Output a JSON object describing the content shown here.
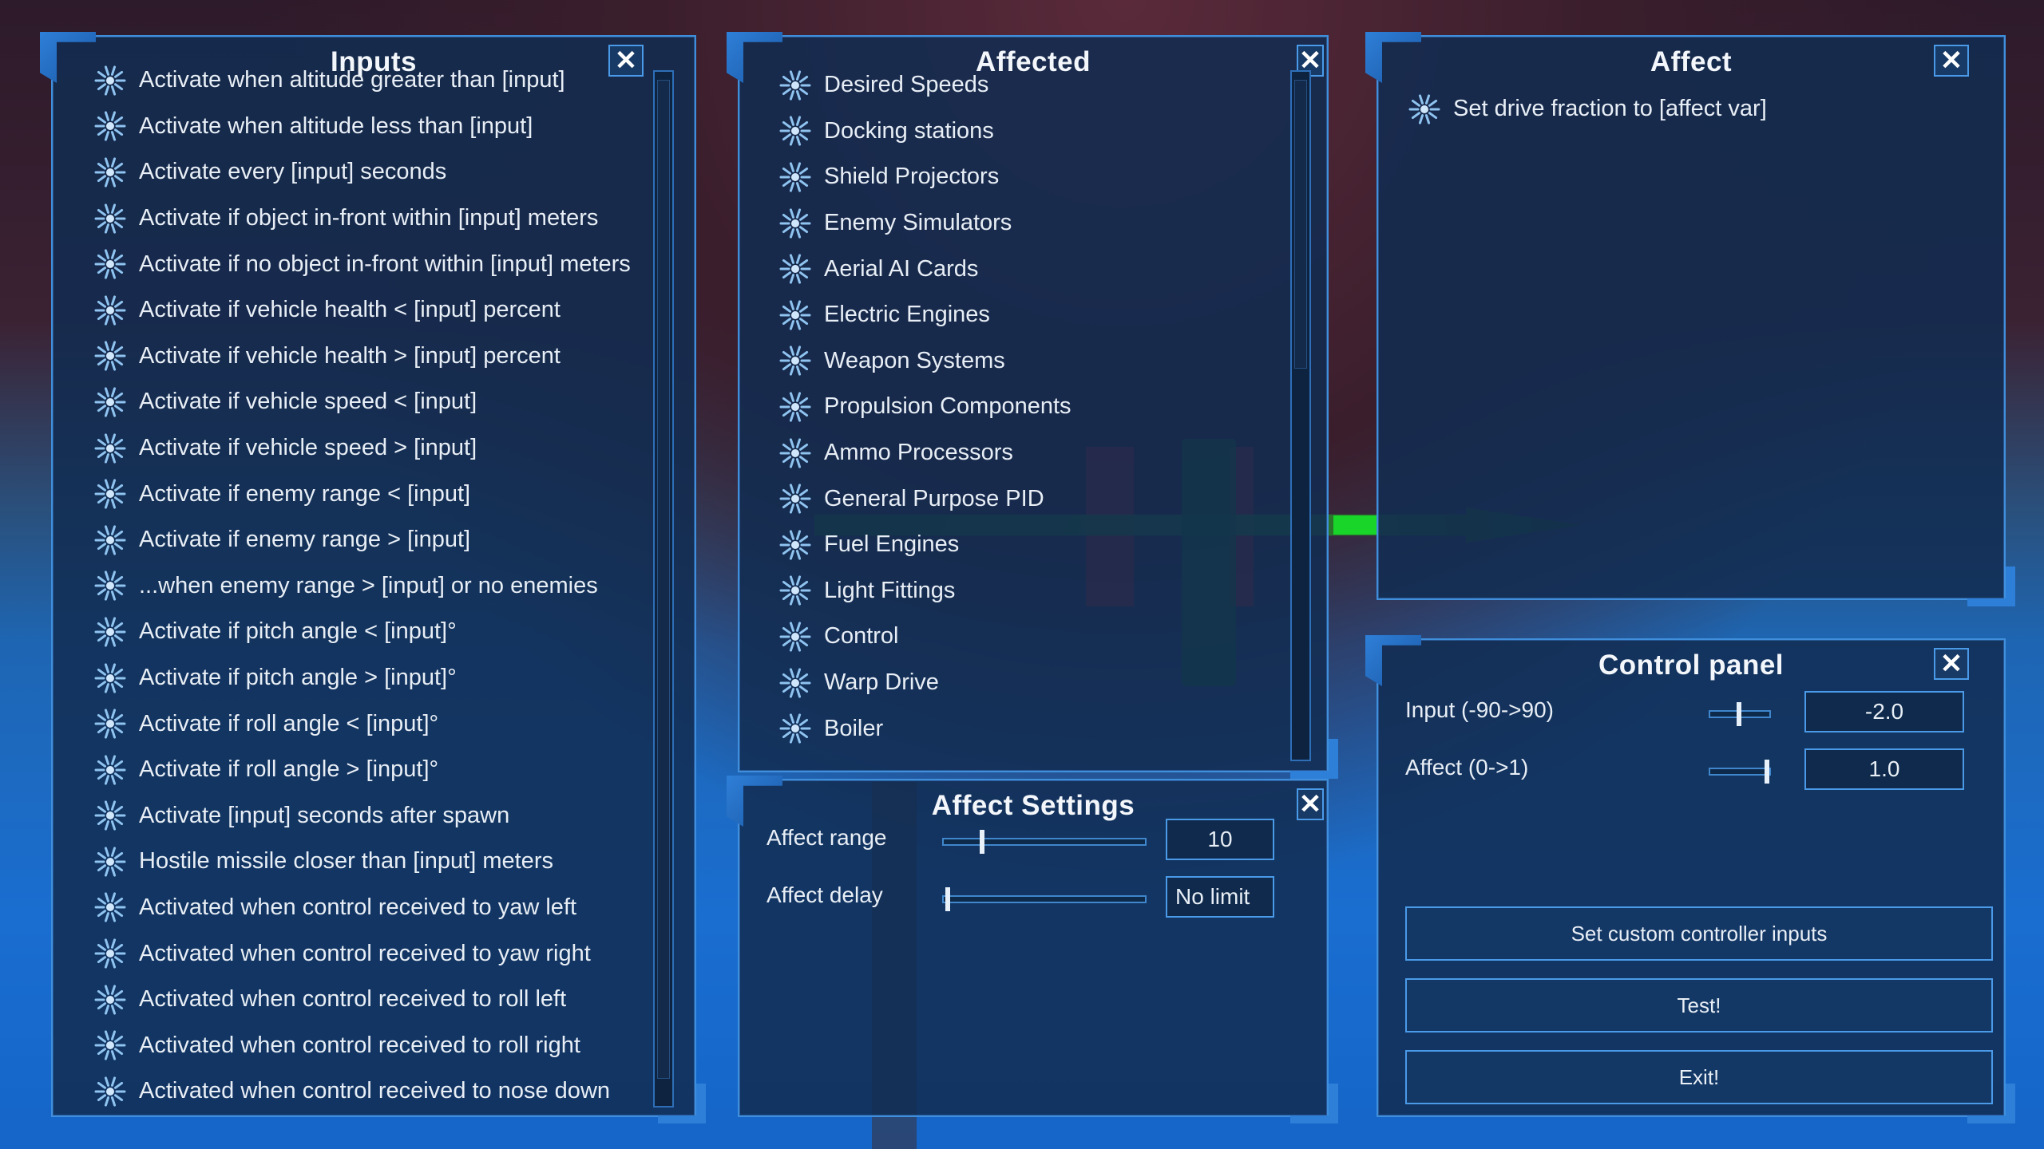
{
  "inputs_panel": {
    "title": "Inputs",
    "items": [
      "Activate when altitude greater than [input]",
      "Activate when altitude less than [input]",
      "Activate every [input] seconds",
      "Activate if object in-front within [input] meters",
      "Activate if no object in-front within [input] meters",
      "Activate if vehicle health < [input] percent",
      "Activate if vehicle health > [input] percent",
      "Activate if vehicle speed < [input]",
      "Activate if vehicle speed > [input]",
      "Activate if enemy range < [input]",
      "Activate if enemy range > [input]",
      "...when enemy range > [input] or no enemies",
      "Activate if pitch angle < [input]°",
      "Activate if pitch angle > [input]°",
      "Activate if roll angle < [input]°",
      "Activate if roll angle > [input]°",
      "Activate [input] seconds after spawn",
      "Hostile missile closer than [input] meters",
      "Activated when control received to yaw left",
      "Activated when control received to yaw right",
      "Activated when control received to roll left",
      "Activated when control received to roll right",
      "Activated when control received to nose down"
    ]
  },
  "affected_panel": {
    "title": "Affected",
    "items": [
      "Desired Speeds",
      "Docking stations",
      "Shield Projectors",
      "Enemy Simulators",
      "Aerial AI Cards",
      "Electric Engines",
      "Weapon Systems",
      "Propulsion Components",
      "Ammo Processors",
      "General Purpose PID",
      "Fuel Engines",
      "Light Fittings",
      "Control",
      "Warp Drive",
      "Boiler"
    ]
  },
  "affect_panel": {
    "title": "Affect",
    "items": [
      "Set drive fraction to [affect var]"
    ]
  },
  "affect_settings": {
    "title": "Affect Settings",
    "range_label": "Affect range",
    "range_value": "10",
    "range_slider_fraction": 0.19,
    "delay_label": "Affect delay",
    "delay_value": "No limit",
    "delay_slider_fraction": 0.02
  },
  "control_panel": {
    "title": "Control panel",
    "input_label": "Input (-90->90)",
    "input_value": "-2.0",
    "input_slider_fraction": 0.49,
    "affect_label": "Affect (0->1)",
    "affect_value": "1.0",
    "affect_slider_fraction": 1.0,
    "btn_custom": "Set custom controller inputs",
    "btn_test": "Test!",
    "btn_exit": "Exit!"
  },
  "close_glyph": "✕",
  "icons": {
    "list_item": "gear-icon",
    "close": "close-icon"
  },
  "colors": {
    "panel_border": "#3f8fdc",
    "panel_bg": "#122c52",
    "text": "#e8eef5"
  }
}
